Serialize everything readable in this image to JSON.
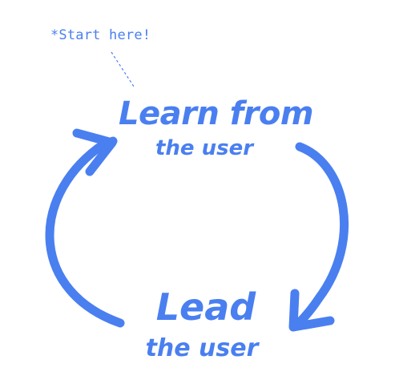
{
  "note": {
    "text": "*Start here!"
  },
  "top_label": {
    "main": "Learn from",
    "sub": "the user"
  },
  "bottom_label": {
    "main": "Lead",
    "sub": "the user"
  },
  "colors": {
    "accent": "#4a7ff0",
    "background": "#ffffff"
  }
}
